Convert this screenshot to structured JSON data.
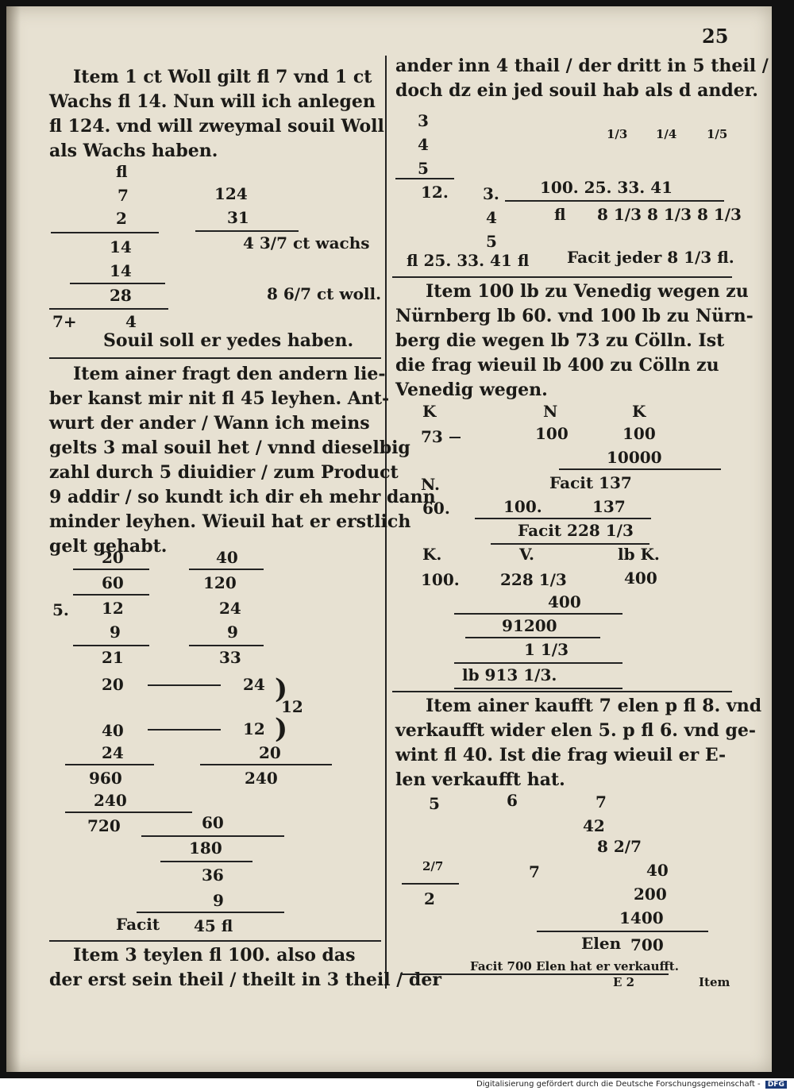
{
  "page_number": "25",
  "signature": "E 2",
  "catchword": "Item",
  "left": {
    "p1": [
      "Item 1 ct Woll gilt fl 7 vnd 1 ct",
      "Wachs fl 14. Nun will ich anlegen",
      "fl 124. vnd will zweymal souil Woll",
      "als Wachs haben."
    ],
    "c1": {
      "fl": "fl",
      "seven": "7",
      "two": "2",
      "fourteen_a": "14",
      "fourteen_b": "14",
      "twentyeight": "28",
      "sevenplus": "7+",
      "four": "4",
      "n124": "124",
      "n31": "31",
      "wachs": "4 3/7 ct wachs",
      "woll": "8 6/7 ct woll."
    },
    "c1_result": "Souil soll er yedes haben.",
    "p2": [
      "Item ainer fragt den andern lie-",
      "ber kanst mir nit fl 45 leyhen. Ant-",
      "wurt der ander / Wann ich meins",
      "gelts 3 mal souil het / vnnd dieselbig",
      "zahl durch 5 diuidier / zum Product",
      "9 addir / so kundt ich dir eh mehr dann",
      "minder leyhen. Wieuil hat er erstlich",
      "gelt gehabt."
    ],
    "c2": {
      "a20": "20",
      "a60": "60",
      "five": "5.",
      "a12": "12",
      "a9": "9",
      "a21": "21",
      "b40": "40",
      "b120": "120",
      "b24": "24",
      "b9": "9",
      "b33": "33",
      "r20": "20",
      "r24": "24",
      "r12": "12",
      "r40": "40",
      "r12b": "12",
      "m24": "24",
      "m960": "960",
      "m240": "240",
      "m720": "720",
      "n20": "20",
      "n240": "240",
      "f60": "60",
      "f180": "180",
      "f36": "36",
      "f9": "9",
      "facit": "Facit",
      "f45": "45 fl"
    },
    "p3": [
      "Item 3 teylen fl 100. also das",
      "der erst sein theil / theilt in 3 theil / der"
    ]
  },
  "right": {
    "p1": [
      "ander inn 4 thail / der dritt in 5 theil /",
      "doch dz ein jed souil hab als d ander."
    ],
    "c1": {
      "n3": "3",
      "n4": "4",
      "n5": "5",
      "n12": "12.",
      "s3": "3.",
      "s4": "4",
      "s5": "5",
      "f13": "1/3",
      "f14": "1/4",
      "f15": "1/5",
      "row": "100.   25.   33.   41",
      "fl": "fl",
      "row2": "8 1/3    8 1/3    8 1/3",
      "result": "fl 25. 33. 41 fl",
      "facit": "Facit jeder 8 1/3 fl."
    },
    "p2": [
      "Item 100 lb zu Venedig wegen zu",
      "Nürnberg lb 60. vnd 100 lb zu Nürn-",
      "berg die wegen lb 73 zu Cölln. Ist",
      "die frag wieuil lb 400 zu Cölln zu",
      "Venedig wegen."
    ],
    "c2": {
      "hK": "K",
      "hN": "N",
      "hK2": "K",
      "v73": "73",
      "v100a": "100",
      "v100b": "100",
      "v10000": "10000",
      "N": "N.",
      "facit137": "Facit 137",
      "v60": "60.",
      "v100c": "100.",
      "v137": "137",
      "facit228": "Facit 228 1/3",
      "hK3": "K.",
      "hV": "V.",
      "hlbK": "lb K.",
      "v100d": "100.",
      "v228": "228 1/3",
      "v400a": "400",
      "v400b": "400",
      "v91200": "91200",
      "div": "1 1/3",
      "res": "lb  913 1/3."
    },
    "p3": [
      "Item ainer kaufft 7 elen p fl 8. vnd",
      "verkaufft wider elen 5. p fl 6. vnd ge-",
      "wint fl 40. Ist die frag wieuil er E-",
      "len verkaufft hat."
    ],
    "c3": {
      "n5": "5",
      "n6": "6",
      "n7": "7",
      "n42": "42",
      "n8": "8 2/7",
      "f27": "2/7",
      "n2": "2",
      "n7b": "7",
      "n40": "40",
      "n200": "200",
      "n1400": "1400",
      "elen": "Elen",
      "n700": "700"
    },
    "final": "Facit 700 Elen hat er verkaufft."
  },
  "footer": {
    "text": "Digitalisierung gefördert durch die Deutsche Forschungsgemeinschaft -",
    "logo": "DFG"
  }
}
